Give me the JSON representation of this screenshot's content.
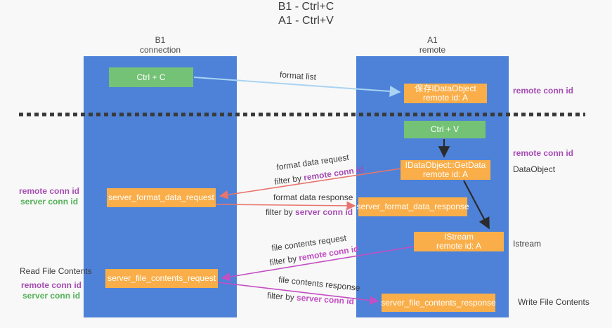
{
  "title": {
    "line1": "B1 - Ctrl+C",
    "line2": "A1 - Ctrl+V"
  },
  "colors": {
    "lane_blue": "#4d82d8",
    "box_orange": "#f9ae49",
    "box_green": "#74c276",
    "arrow_light_blue": "#a9d3f2",
    "arrow_salmon": "#e8756d",
    "arrow_magenta": "#c44fc4",
    "arrow_black": "#2b2b2b",
    "text_purple": "#a64db3",
    "text_green": "#53b156",
    "background": "#f8f8f8"
  },
  "lanes": {
    "left": {
      "title": "B1",
      "subtitle": "connection"
    },
    "right": {
      "title": "A1",
      "subtitle": "remote"
    }
  },
  "boxes": {
    "ctrl_c": {
      "label": "Ctrl + C"
    },
    "ctrl_v": {
      "label": "Ctrl + V"
    },
    "save_idataobject": {
      "line1": "保存IDataObject",
      "line2": "remote id: A"
    },
    "getdata": {
      "line1": "IDataObject::GetData",
      "line2": "remote id: A"
    },
    "istream": {
      "line1": "IStream",
      "line2": "remote id: A"
    },
    "format_request": {
      "label": "server_format_data_request"
    },
    "format_response": {
      "label": "server_format_data_response"
    },
    "file_request": {
      "label": "server_file_contents_request"
    },
    "file_response": {
      "label": "server_file_contents_response"
    }
  },
  "arrow_labels": {
    "format_list": "format list",
    "format_data_request": "format data request",
    "format_data_request_filter_prefix": "filter by ",
    "format_data_request_filter_value": "remote conn id",
    "format_data_response": "format data response",
    "format_data_response_filter_prefix": "filter by ",
    "format_data_response_filter_value": "server conn id",
    "file_contents_request": "file contents request",
    "file_contents_request_filter_prefix": "filter by ",
    "file_contents_request_filter_value": "remote conn id",
    "file_contents_response": "file contents response",
    "file_contents_response_filter_prefix": "filter by ",
    "file_contents_response_filter_value": "server conn id"
  },
  "side_labels": {
    "right_conn_top": "remote conn id",
    "right_conn_mid": "remote conn id",
    "dataobject": "DataObject",
    "istream": "Istream",
    "write_file_contents": "Write File Contents",
    "read_file_contents": "Read File Contents",
    "left_format_remote_conn": "remote conn id",
    "left_format_server_conn": "server conn id",
    "left_file_remote_conn": "remote conn id",
    "left_file_server_conn": "server conn id"
  }
}
